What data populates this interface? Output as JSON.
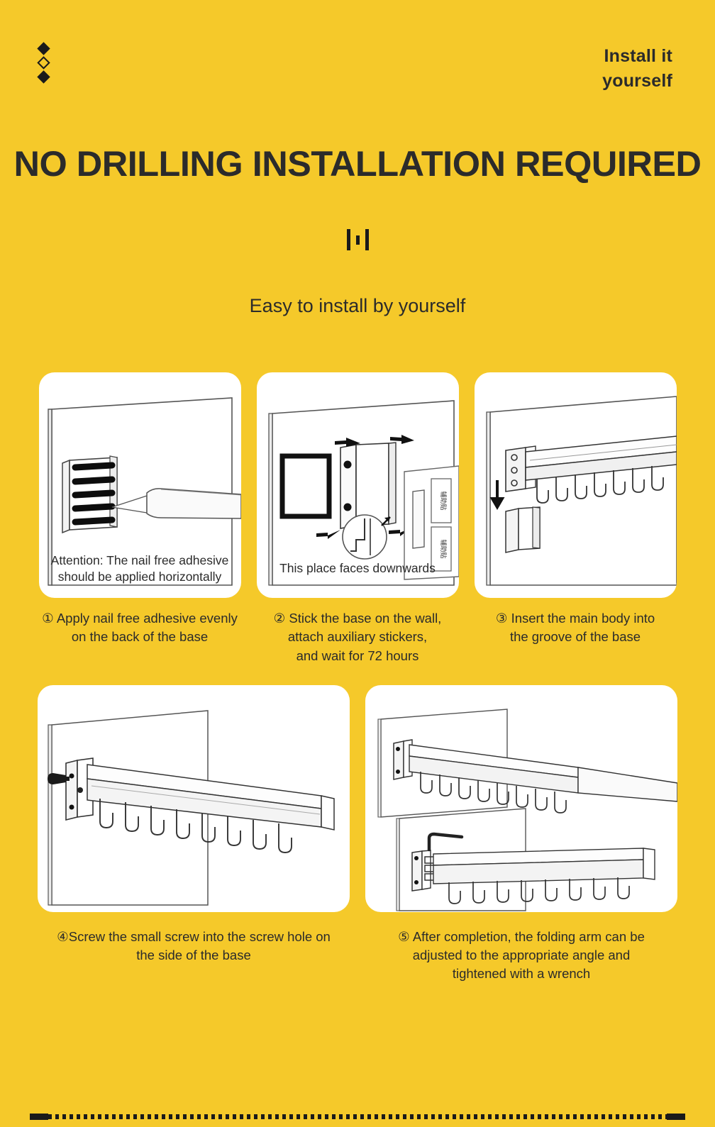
{
  "theme": {
    "background": "#F5C92A",
    "ink": "#2b2b2b",
    "card": "#FFFFFF"
  },
  "header": {
    "badge_line1": "Install it",
    "badge_line2": "yourself",
    "diamonds": [
      "filled-diamond",
      "hollow-diamond",
      "filled-diamond"
    ]
  },
  "headline": "NO DRILLING INSTALLATION REQUIRED",
  "subtitle": "Easy to install by yourself",
  "steps": [
    {
      "id": "step-1",
      "note": "Attention: The nail free adhesive\nshould be applied horizontally",
      "note_line1": "Attention: The nail free adhesive",
      "note_line2": "should be applied horizontally",
      "caption": "① Apply nail free adhesive evenly on the back of the base",
      "caption_line1": "① Apply nail free adhesive evenly",
      "caption_line2": "on the back of the base"
    },
    {
      "id": "step-2",
      "note_line1": "This place faces downwards",
      "note_line2": "",
      "sticker_label": "辅助贴",
      "caption": "② Stick the base on the wall, attach auxiliary stickers, and wait for 72 hours",
      "caption_line1": "② Stick the base on the wall,",
      "caption_line2": "attach auxiliary stickers,",
      "caption_line3": "and wait for 72 hours"
    },
    {
      "id": "step-3",
      "caption": "③ Insert the main body into the groove of the base",
      "caption_line1": "③ Insert the main body into",
      "caption_line2": "the groove of the base"
    },
    {
      "id": "step-4",
      "caption": "④Screw the small screw into the screw hole on the side of the base",
      "caption_line1": "④Screw the small screw into the screw hole on",
      "caption_line2": "the side of the base"
    },
    {
      "id": "step-5",
      "caption": "⑤ After completion, the folding arm can be adjusted to the appropriate angle and tightened with a wrench",
      "caption_line1": "⑤ After completion, the folding arm can be",
      "caption_line2": "adjusted to the appropriate angle and",
      "caption_line3": "tightened with a wrench"
    }
  ]
}
